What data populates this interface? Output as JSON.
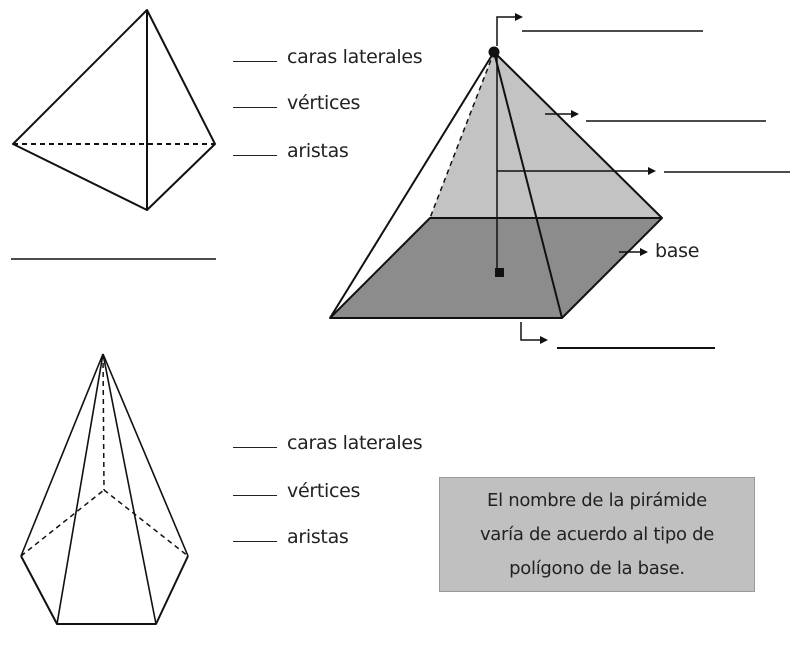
{
  "tetrahedron": {
    "lateral_faces_label": "caras laterales",
    "vertices_label": "vértices",
    "edges_label": "aristas"
  },
  "square_pyramid": {
    "base_label": "base"
  },
  "pentagonal_pyramid": {
    "lateral_faces_label": "caras laterales",
    "vertices_label": "vértices",
    "edges_label": "aristas"
  },
  "note": {
    "lines": [
      "El nombre de la pirámide",
      "varía de acuerdo al tipo de",
      "polígono de la base."
    ]
  },
  "colors": {
    "base_face": "#8c8c8c",
    "lateral_face": "#c3c3c3",
    "note_background": "#c0c0c0",
    "line": "#111111"
  }
}
